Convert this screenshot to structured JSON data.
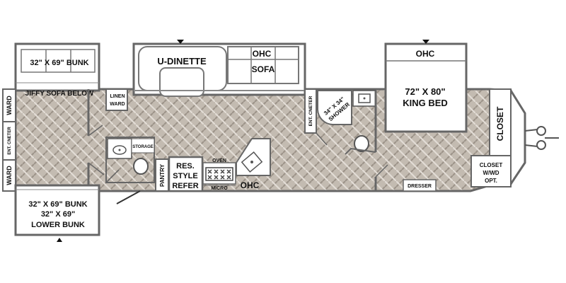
{
  "rooms": {
    "upper_bunk": "32\" X 69\" BUNK",
    "jiffy_sofa": "JIFFY SOFA BELOW",
    "ward_top": "WARD",
    "ward_bottom": "WARD",
    "ent_center_left": "ENT. CNETER",
    "linen_line1": "LINEN",
    "linen_line2": "WARD",
    "storage": "STORAGE",
    "pantry": "PANTRY",
    "refer_line1": "RES.",
    "refer_line2": "STYLE",
    "refer_line3": "REFER",
    "oven": "OVEN",
    "micro": "MICRO",
    "ohc_kitchen": "OHC",
    "u_dinette": "U-DINETTE",
    "ohc_sofa_line1": "OHC",
    "ohc_sofa_line2": "SOFA",
    "shower_line1": "34\" X 34\"",
    "shower_line2": "SHOWER",
    "ent_center_right": "ENT. CNETER",
    "ohc_bedroom": "OHC",
    "bed_line1": "72\" X 80\"",
    "bed_line2": "KING BED",
    "closet": "CLOSET",
    "closet_wd_line1": "CLOSET",
    "closet_wd_line2": "W/WD",
    "closet_wd_line3": "OPT.",
    "dresser": "DRESSER",
    "lower_bunk_line1": "32\" X 69\" BUNK",
    "lower_bunk_line2": "32\" X 69\"",
    "lower_bunk_line3": "LOWER BUNK"
  },
  "colors": {
    "floor": "#bdb4aa",
    "wall": "#666666",
    "text": "#111111"
  }
}
